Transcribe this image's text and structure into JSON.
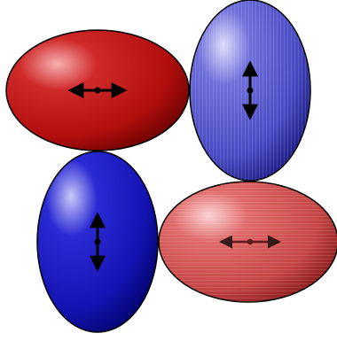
{
  "ellipses": [
    {
      "name": "red-ellipse-top-left",
      "fill": "red",
      "arrow": "horizontal",
      "shading": "solid"
    },
    {
      "name": "blue-ellipse-top-right",
      "fill": "blue",
      "arrow": "vertical",
      "shading": "banded"
    },
    {
      "name": "blue-ellipse-bottom-left",
      "fill": "blue",
      "arrow": "vertical",
      "shading": "solid"
    },
    {
      "name": "red-ellipse-bottom-right",
      "fill": "red",
      "arrow": "horizontal",
      "shading": "banded"
    }
  ],
  "colors": {
    "red_dark": "#6a0000",
    "red_mid": "#c41616",
    "red_light": "#f0a0a0",
    "blue_dark": "#00006a",
    "blue_mid": "#1a1ac8",
    "blue_light": "#b8b8f0",
    "outline": "#000000",
    "arrow": "#000000"
  }
}
